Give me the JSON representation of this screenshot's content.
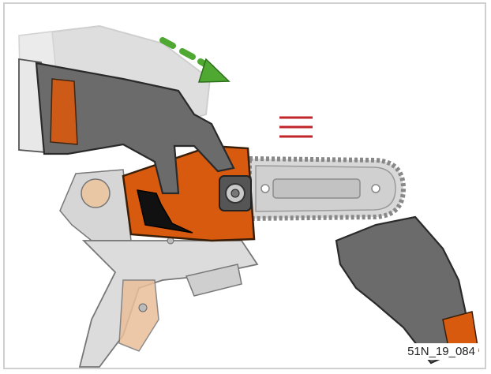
{
  "figure": {
    "code": "51N_19_084",
    "colors": {
      "orange": "#d85a0f",
      "green_arrow": "#4fa832",
      "red_marks": "#c0252a",
      "glove": "#6b6b6b",
      "machine_grey": "#c9c9c9"
    },
    "icons": [
      "direction-arrow-icon",
      "equal-marks-icon",
      "chain-cover",
      "saw-chain",
      "guide-bar",
      "gloved-hand"
    ]
  }
}
